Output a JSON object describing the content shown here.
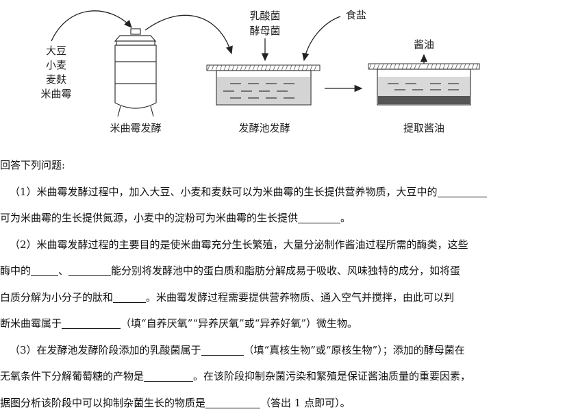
{
  "diagram": {
    "raw_materials": [
      "大豆",
      "小麦",
      "麦麸",
      "米曲霉"
    ],
    "stage1": "米曲霉发酵",
    "microbes": [
      "乳酸菌",
      "酵母菌"
    ],
    "salt": "食盐",
    "stage2": "发酵池发酵",
    "product": "酱油",
    "stage3": "提取酱油"
  },
  "question": {
    "intro": "回答下列问题:",
    "q1": {
      "a": "（1）米曲霉发酵过程中，加入大豆、小麦和麦麸可以为米曲霉的生长提供营养物质，大豆中的",
      "b": "可为米曲霉的生长提供氮源，小麦中的淀粉可为米曲霉的生长提供",
      "c": "。"
    },
    "q2": {
      "a": "（2）米曲霉发酵过程的主要目的是使米曲霉充分生长繁殖，大量分泌制作酱油过程所需的酶类，这些",
      "b": "酶中的",
      "b2": "、",
      "b3": "能分别将发酵池中的蛋白质和脂肪分解成易于吸收、风味独特的成分，如将蛋",
      "c": "白质分解为小分子的肽和",
      "c2": "。米曲霉发酵过程需要提供营养物质、通入空气并搅拌，由此可以判",
      "d": "断米曲霉属于",
      "d2": "（填“自养厌氧”“异养厌氧”或“异养好氧”）微生物。"
    },
    "q3": {
      "a": "（3）在发酵池发酵阶段添加的乳酸菌属于",
      "a2": "（填“真核生物”或“原核生物”）；添加的酵母菌在",
      "b": "无氧条件下分解葡萄糖的产物是",
      "b2": "。在该阶段抑制杂菌污染和繁殖是保证酱油质量的重要因素，",
      "c": "据图分析该阶段中可以抑制杂菌生长的物质是",
      "c2": "（答出 1 点即可）。"
    }
  }
}
